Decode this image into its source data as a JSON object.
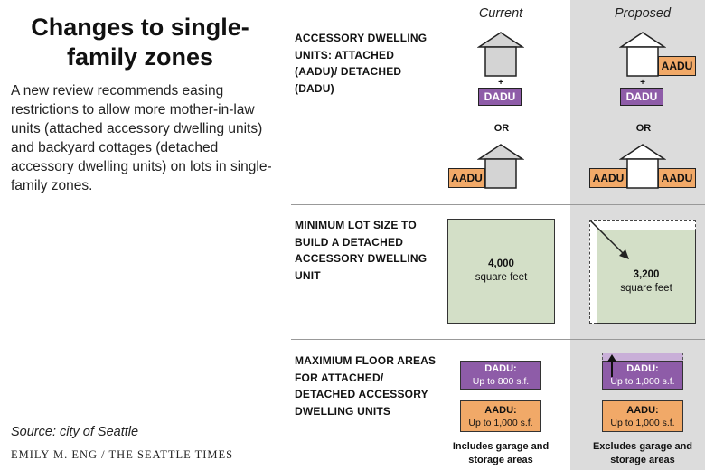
{
  "title": "Changes to single-family zones",
  "intro": "A new review recommends easing restrictions to allow more mother-in-law units (attached accessory dwelling units) and backyard cottages (detached accessory dwelling units) on lots in single-family zones.",
  "source": "Source: city of Seattle",
  "credit": "EMILY M. ENG / THE SEATTLE TIMES",
  "columns": {
    "current": "Current",
    "proposed": "Proposed"
  },
  "sections": {
    "units": {
      "label": "ACCESSORY DWELLING UNITS: ATTACHED (AADU)/ DETACHED (DADU)",
      "plus": "+",
      "or": "OR",
      "dadu": "DADU",
      "aadu": "AADU"
    },
    "lot": {
      "label": "MINIMUM LOT SIZE TO BUILD A DETACHED ACCESSORY DWELLING UNIT",
      "current_value": "4,000",
      "proposed_value": "3,200",
      "unit": "square feet"
    },
    "floor": {
      "label": "MAXIMIUM FLOOR AREAS FOR ATTACHED/ DETACHED ACCESSORY DWELLING UNITS",
      "current_dadu_title": "DADU:",
      "current_dadu_value": "Up to 800 s.f.",
      "current_aadu_title": "AADU:",
      "current_aadu_value": "Up to 1,000 s.f.",
      "proposed_dadu_title": "DADU:",
      "proposed_dadu_value": "Up to 1,000 s.f.",
      "proposed_aadu_title": "AADU:",
      "proposed_aadu_value": "Up to 1,000 s.f.",
      "current_note": "Includes garage and storage areas",
      "proposed_note": "Excludes garage and storage areas"
    }
  },
  "colors": {
    "dadu": "#8e5ca8",
    "dadu_light": "#c9afd8",
    "aadu": "#f1a968",
    "lot": "#d3dfc7",
    "proposed_bg": "#dcdcdc"
  }
}
